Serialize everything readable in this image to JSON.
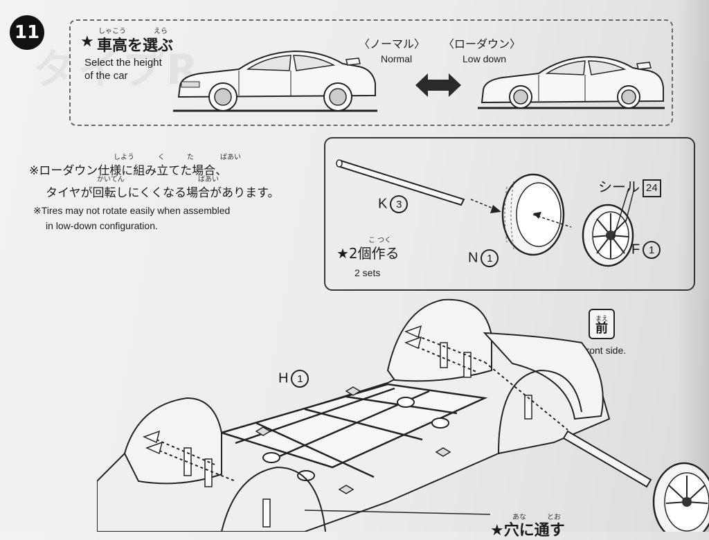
{
  "step": {
    "number": "11"
  },
  "height_select": {
    "title_star": "★",
    "title_jp": "車高を選ぶ",
    "title_ruby_1": "しゃこう",
    "title_ruby_2": "えら",
    "title_en_line1": "Select the height",
    "title_en_line2": "of the car",
    "normal_jp": "〈ノーマル〉",
    "normal_en": "Normal",
    "lowdown_jp": "〈ローダウン〉",
    "lowdown_en": "Low down"
  },
  "warning": {
    "line1_jp": "※ローダウン仕様に組み立てた場合、",
    "line1_ruby_a": "しよう",
    "line1_ruby_b": "く",
    "line1_ruby_c": "た",
    "line1_ruby_d": "ばあい",
    "line2_jp": "タイヤが回転しにくくなる場合があります。",
    "line2_ruby_a": "かいてん",
    "line2_ruby_b": "ばあい",
    "line3_en": "※Tires may not rotate easily when assembled",
    "line4_en": "in low-down configuration."
  },
  "parts_box": {
    "seal_label": "シール",
    "seal_number": "24",
    "k_label": "K",
    "k_number": "3",
    "n_label": "N",
    "n_number": "1",
    "f_label": "F",
    "f_number": "1",
    "make_two_jp": "★2個作る",
    "make_two_ruby": "こ つく",
    "make_two_en": "2 sets"
  },
  "chassis": {
    "h_label": "H",
    "h_number": "1",
    "front_jp": "前",
    "front_ruby": "まえ",
    "front_en": "Front side.",
    "through_hole_jp": "★穴に通す",
    "through_hole_ruby_a": "あな",
    "through_hole_ruby_b": "とお"
  },
  "watermark_text": "タイプR"
}
